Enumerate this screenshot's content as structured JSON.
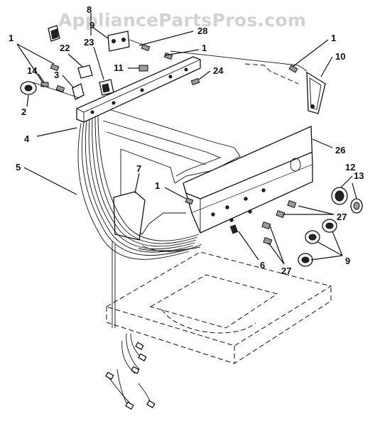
{
  "watermark": "AppliancePartsPros.com",
  "callouts": [
    "1",
    "1",
    "1",
    "1",
    "2",
    "3",
    "4",
    "5",
    "6",
    "7",
    "8",
    "9",
    "9",
    "10",
    "11",
    "12",
    "13",
    "14",
    "22",
    "23",
    "24",
    "26",
    "27",
    "27",
    "28"
  ]
}
